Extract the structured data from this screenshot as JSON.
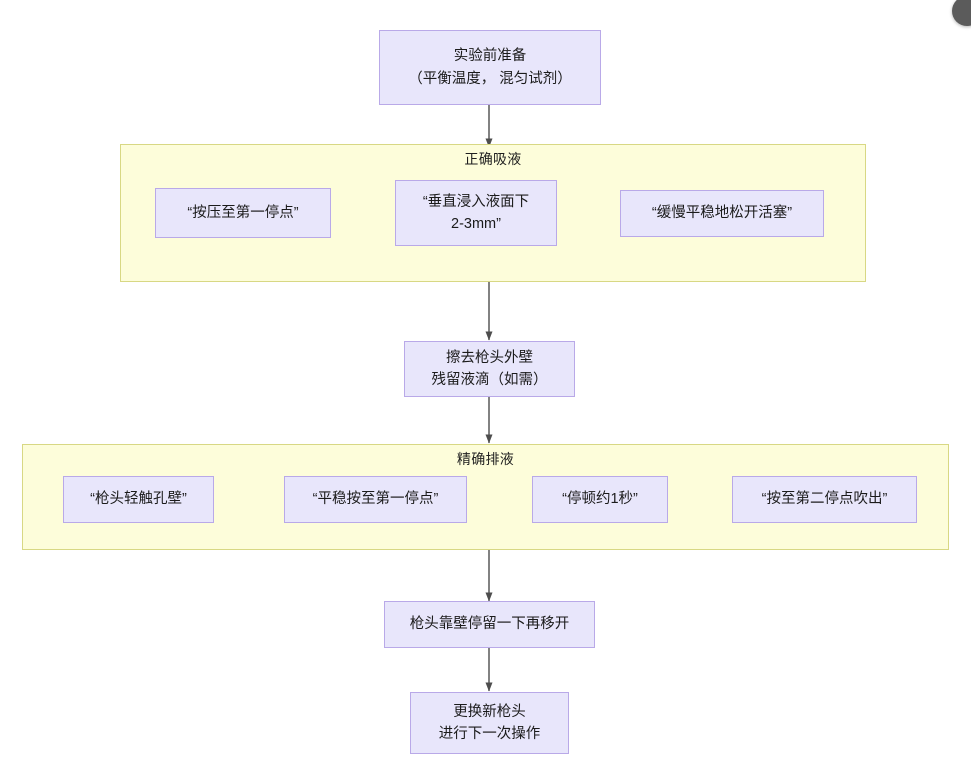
{
  "diagram": {
    "title_node": {
      "id": "prep",
      "text": "实验前准备\n（平衡温度，  混匀试剂）"
    },
    "groups": [
      {
        "id": "group-aspiration",
        "label": "正确吸液",
        "nodes": [
          {
            "id": "press-first-stop",
            "text": "“按压至第一停点”"
          },
          {
            "id": "vertical-immerse",
            "text": "“垂直浸入液面下\n2-3mm”"
          },
          {
            "id": "release-plunger",
            "text": "“缓慢平稳地松开活塞”"
          }
        ]
      },
      {
        "id": "group-dispense",
        "label": "精确排液",
        "nodes": [
          {
            "id": "tip-touch-wall",
            "text": "“枪头轻触孔壁”"
          },
          {
            "id": "steady-first-stop",
            "text": "“平稳按至第一停点”"
          },
          {
            "id": "pause-one-second",
            "text": "“停顿约1秒”"
          },
          {
            "id": "second-stop-blowout",
            "text": "“按至第二停点吹出”"
          }
        ]
      }
    ],
    "mid_node": {
      "id": "wipe-tip",
      "text": "擦去枪头外壁\n残留液滴（如需）"
    },
    "after_dispense_node": {
      "id": "tip-rest-wall",
      "text": "枪头靠壁停留一下再移开"
    },
    "final_node": {
      "id": "replace-tip",
      "text": "更换新枪头\n进行下一次操作"
    },
    "corner_badge": {
      "label": ""
    },
    "colors": {
      "node_fill": "#e8e6fb",
      "node_border": "#b9a9e8",
      "group_fill": "#fdfdda",
      "group_border": "#d8d884",
      "arrow": "#4d4d4d",
      "text": "#1b1b1b",
      "background": "#ffffff"
    }
  }
}
